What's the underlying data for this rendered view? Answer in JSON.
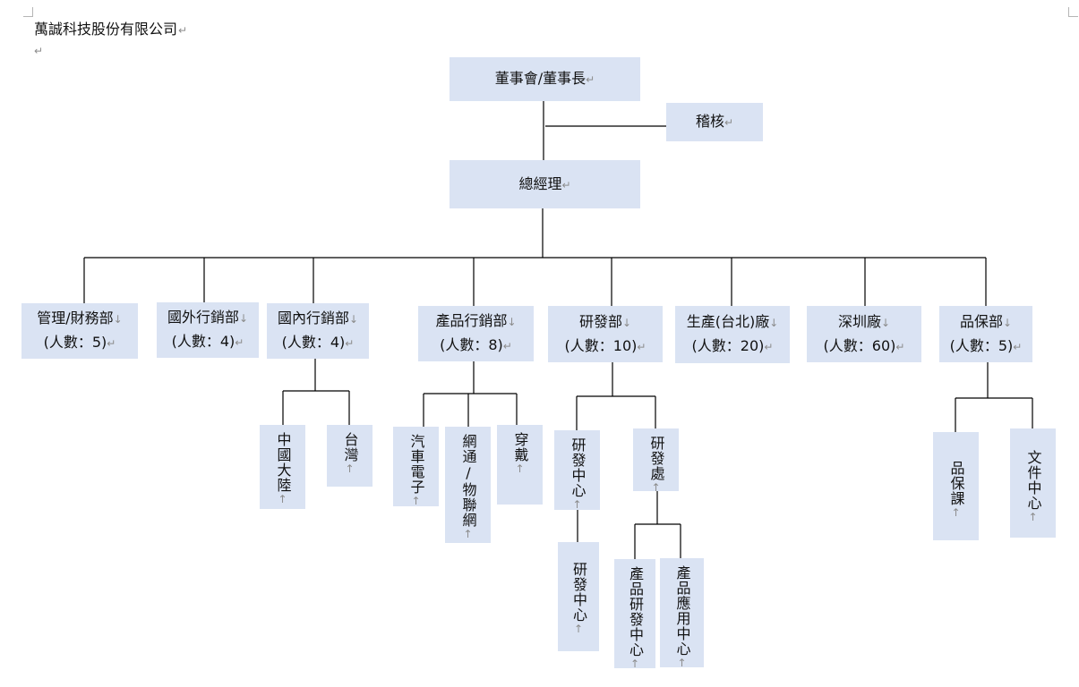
{
  "document": {
    "company_name": "萬誠科技股份有限公司",
    "paragraph_mark": "↵",
    "line_break_mark": "↓",
    "cell_mark": "↑"
  },
  "org_chart": {
    "chairman": "董事會/董事長",
    "audit": "稽核",
    "general_manager": "總經理",
    "departments": [
      {
        "name": "管理/財務部",
        "headcount": "(人數：5)",
        "units": []
      },
      {
        "name": "國外行銷部",
        "headcount": "(人數：4)",
        "units": []
      },
      {
        "name": "國內行銷部",
        "headcount": "(人數：4)",
        "units": [
          "中國大陸",
          "台灣"
        ]
      },
      {
        "name": "產品行銷部",
        "headcount": "(人數：8)",
        "units": [
          "汽車電子",
          "網通/物聯網",
          "穿戴"
        ]
      },
      {
        "name": "研發部",
        "headcount": "(人數：10)",
        "units": [
          "研發中心",
          "研發處"
        ],
        "sub_units": {
          "研發中心": [
            "研發中心"
          ],
          "研發處": [
            "產品研發中心",
            "產品應用中心"
          ]
        }
      },
      {
        "name": "生產(台北)廠",
        "headcount": "(人數：20)",
        "units": []
      },
      {
        "name": "深圳廠",
        "headcount": "(人數：60)",
        "units": []
      },
      {
        "name": "品保部",
        "headcount": "(人數：5)",
        "units": [
          "品保課",
          "文件中心"
        ]
      }
    ]
  },
  "colors": {
    "box_fill": "#dae3f3",
    "connector": "#000000",
    "format_mark": "#8c8c8c"
  }
}
